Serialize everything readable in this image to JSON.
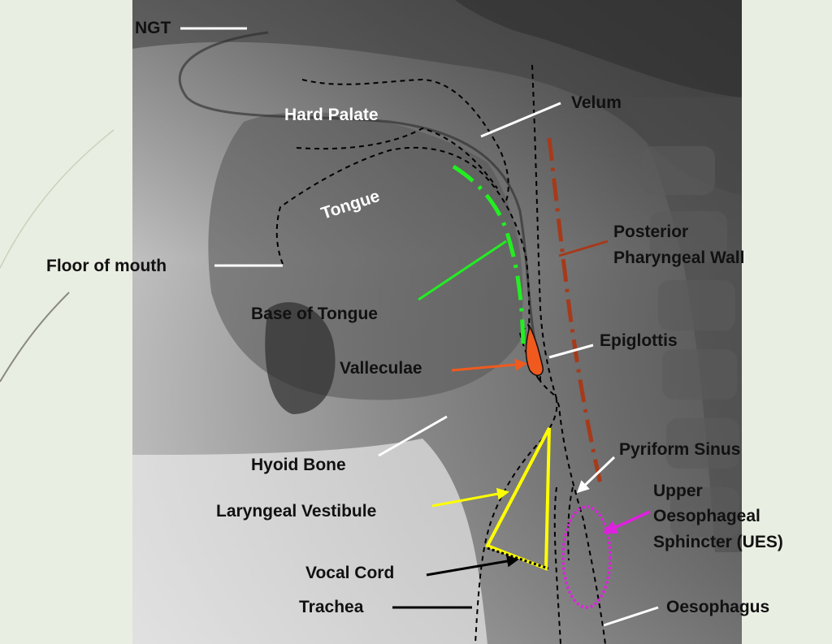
{
  "labels": {
    "ngt": "NGT",
    "hard_palate": "Hard Palate",
    "velum": "Velum",
    "tongue": "Tongue",
    "posterior_pharyngeal_wall_1": "Posterior",
    "posterior_pharyngeal_wall_2": "Pharyngeal Wall",
    "floor_of_mouth": "Floor of mouth",
    "base_of_tongue": "Base of Tongue",
    "epiglottis": "Epiglottis",
    "valleculae": "Valleculae",
    "hyoid_bone": "Hyoid Bone",
    "pyriform_sinus": "Pyriform Sinus",
    "ues_1": "Upper",
    "ues_2": "Oesophageal",
    "ues_3": "Sphincter (UES)",
    "laryngeal_vestibule": "Laryngeal Vestibule",
    "vocal_cord": "Vocal Cord",
    "trachea": "Trachea",
    "oesophagus": "Oesophagus"
  },
  "colors": {
    "page_background": "#e9eee2",
    "xray_dark": "#3a3a3a",
    "xray_light": "#d9d9d9",
    "outline": "#000000",
    "pointer_white": "#ffffff",
    "pointer_black": "#000000",
    "base_of_tongue_line": "#22ee22",
    "posterior_wall_line": "#a63a1a",
    "valleculae_fill": "#f05a1e",
    "laryngeal_vestibule_line": "#ffff00",
    "ues_outline": "#e020e0"
  }
}
